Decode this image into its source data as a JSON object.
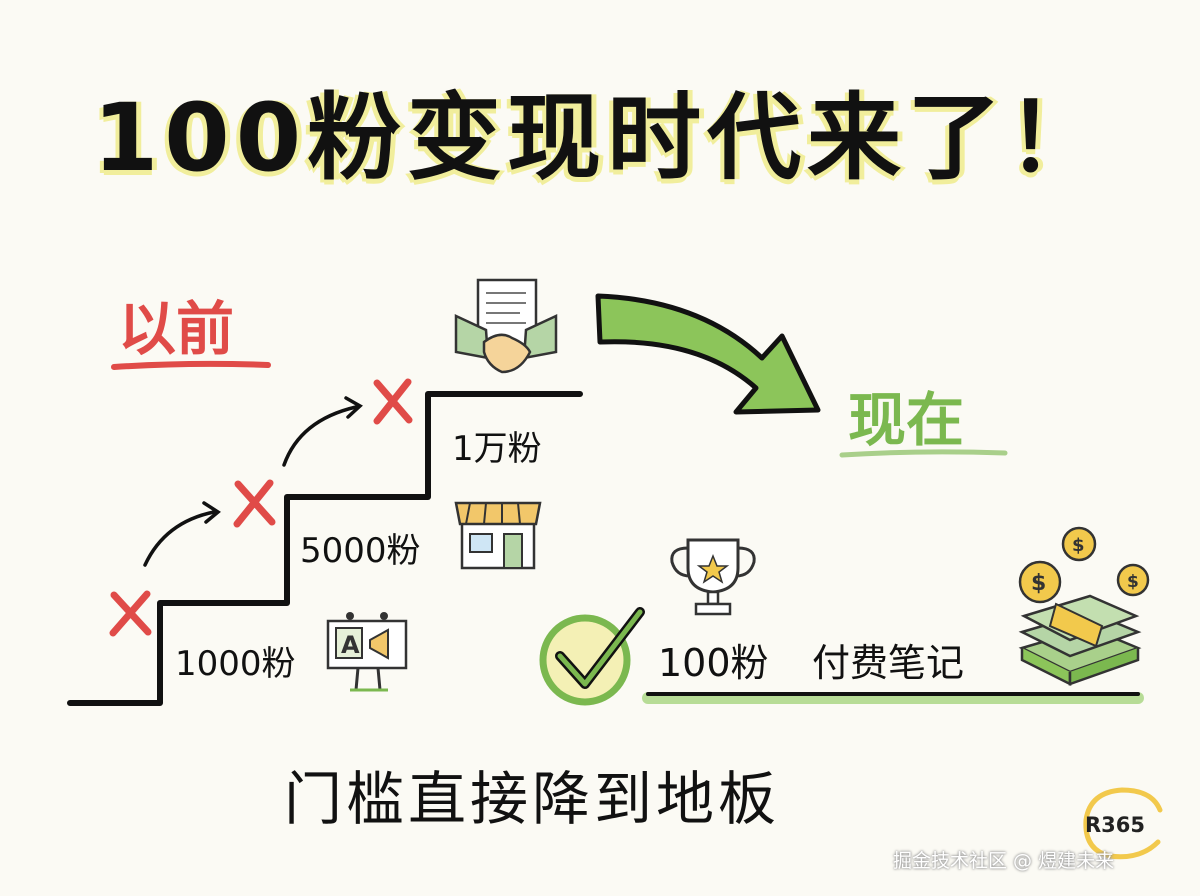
{
  "title": "100粉变现时代来了！",
  "before": {
    "label": "以前"
  },
  "now": {
    "label": "现在"
  },
  "steps": [
    {
      "label": "1000粉"
    },
    {
      "label": "5000粉"
    },
    {
      "label": "1万粉"
    }
  ],
  "now_line": {
    "fans": "100粉",
    "product": "付费笔记"
  },
  "footer": "门槛直接降到地板",
  "badge": "R365",
  "watermark": "掘金技术社区 @ 煜建未来",
  "colors": {
    "red": "#e04b48",
    "green": "#7bb84f",
    "highlight": "#f1ee9c",
    "ink": "#111111"
  },
  "icons": [
    "handshake-contract-icon",
    "storefront-icon",
    "billboard-ad-icon",
    "trophy-icon",
    "money-stack-icon",
    "dollar-coin-icon",
    "check-circle-icon",
    "cross-icon",
    "curved-arrow-icon"
  ]
}
